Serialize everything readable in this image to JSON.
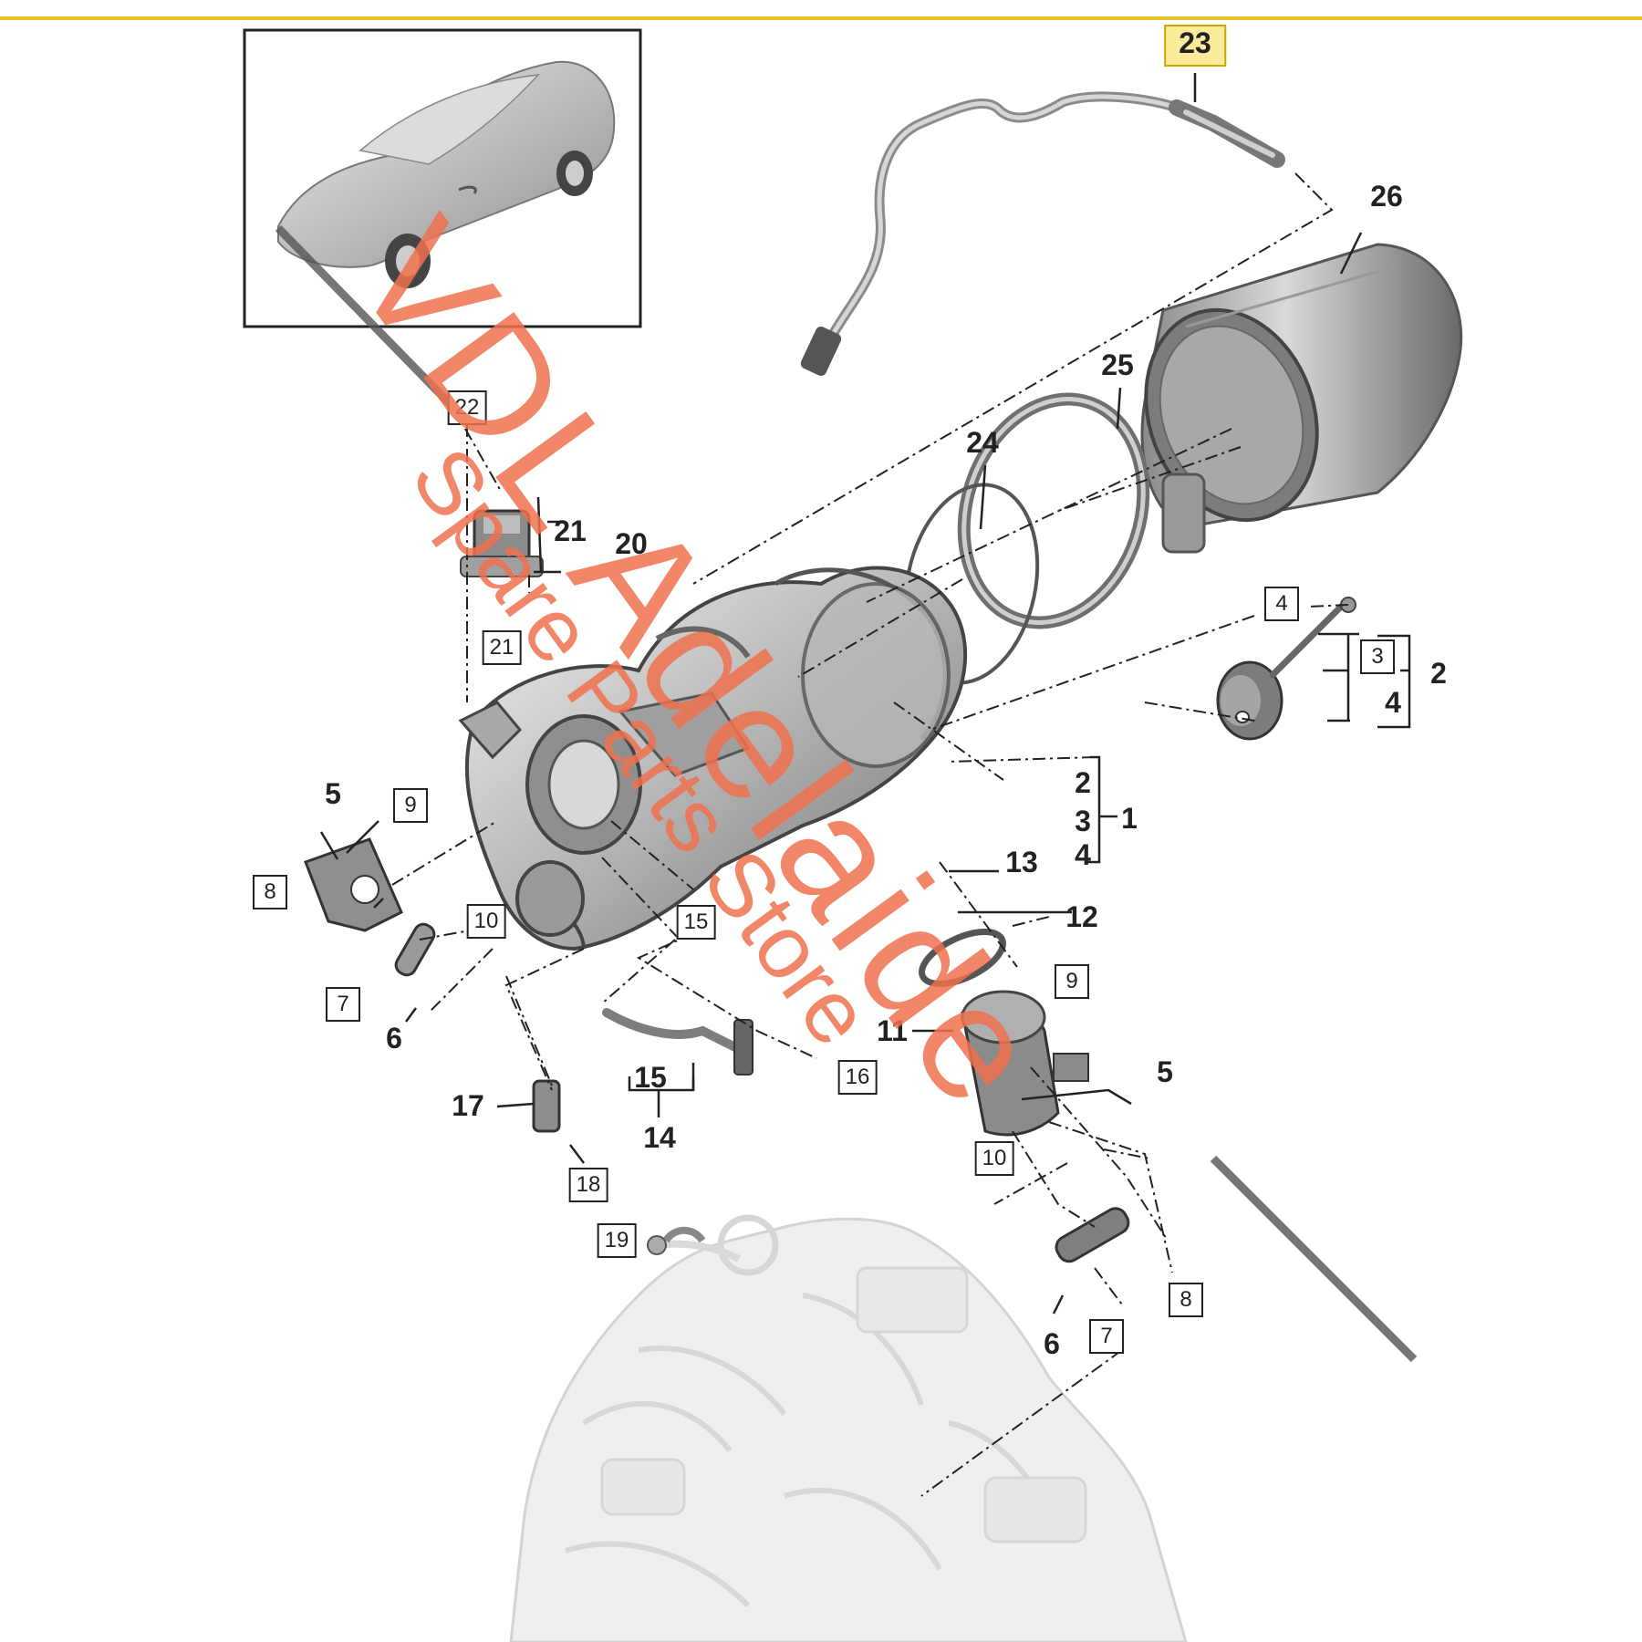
{
  "colors": {
    "top_rule": "#e8c02a",
    "highlight_fill": "#fbeb9a",
    "watermark": "#f0714f",
    "watermark_bar": "#555555",
    "line": "#333333",
    "part_fill": "#b9b9b9",
    "engine_fill": "#e4e4e4"
  },
  "watermark": {
    "line1": "VDL Adelaide",
    "line2": "Spare Parts Store"
  },
  "callouts": [
    {
      "id": "23",
      "label": "23",
      "style": "highlight"
    },
    {
      "id": "26",
      "label": "26",
      "style": "plain"
    },
    {
      "id": "25",
      "label": "25",
      "style": "plain"
    },
    {
      "id": "24",
      "label": "24",
      "style": "plain"
    },
    {
      "id": "22",
      "label": "22",
      "style": "boxed"
    },
    {
      "id": "21a",
      "label": "21",
      "style": "plain"
    },
    {
      "id": "20",
      "label": "20",
      "style": "plain"
    },
    {
      "id": "21b",
      "label": "21",
      "style": "boxed"
    },
    {
      "id": "4a",
      "label": "4",
      "style": "boxed"
    },
    {
      "id": "3a",
      "label": "3",
      "style": "boxed"
    },
    {
      "id": "2a",
      "label": "2",
      "style": "plain"
    },
    {
      "id": "4b",
      "label": "4",
      "style": "plain"
    },
    {
      "id": "2b",
      "label": "2",
      "style": "plain"
    },
    {
      "id": "3b",
      "label": "3",
      "style": "plain"
    },
    {
      "id": "1",
      "label": "1",
      "style": "plain"
    },
    {
      "id": "4c",
      "label": "4",
      "style": "plain"
    },
    {
      "id": "13",
      "label": "13",
      "style": "plain"
    },
    {
      "id": "12",
      "label": "12",
      "style": "plain"
    },
    {
      "id": "5a",
      "label": "5",
      "style": "plain"
    },
    {
      "id": "9a",
      "label": "9",
      "style": "boxed"
    },
    {
      "id": "8a",
      "label": "8",
      "style": "boxed"
    },
    {
      "id": "10a",
      "label": "10",
      "style": "boxed"
    },
    {
      "id": "15a",
      "label": "15",
      "style": "boxed"
    },
    {
      "id": "7a",
      "label": "7",
      "style": "boxed"
    },
    {
      "id": "6a",
      "label": "6",
      "style": "plain"
    },
    {
      "id": "9b",
      "label": "9",
      "style": "boxed"
    },
    {
      "id": "11",
      "label": "11",
      "style": "plain"
    },
    {
      "id": "16",
      "label": "16",
      "style": "boxed"
    },
    {
      "id": "5b",
      "label": "5",
      "style": "plain"
    },
    {
      "id": "15b",
      "label": "15",
      "style": "plain"
    },
    {
      "id": "14",
      "label": "14",
      "style": "plain"
    },
    {
      "id": "17",
      "label": "17",
      "style": "plain"
    },
    {
      "id": "10b",
      "label": "10",
      "style": "boxed"
    },
    {
      "id": "18",
      "label": "18",
      "style": "boxed"
    },
    {
      "id": "19",
      "label": "19",
      "style": "boxed"
    },
    {
      "id": "8b",
      "label": "8",
      "style": "boxed"
    },
    {
      "id": "6b",
      "label": "6",
      "style": "plain"
    },
    {
      "id": "7b",
      "label": "7",
      "style": "boxed"
    }
  ]
}
